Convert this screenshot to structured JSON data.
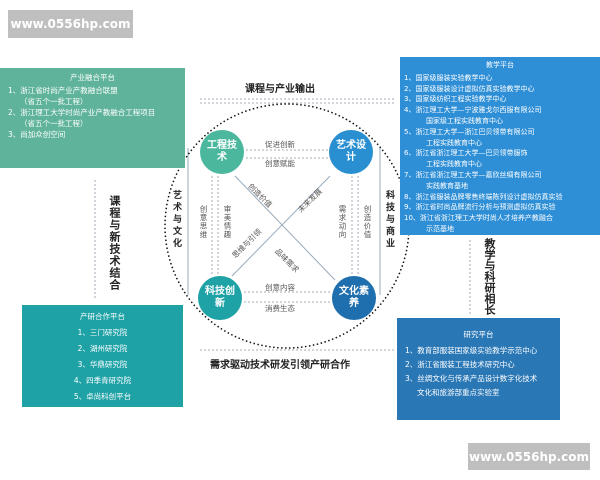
{
  "watermark": "www.0556hp.com",
  "industry_platform": {
    "title": "产业融合平台",
    "items": [
      "1、浙江省时尚产业产教融合联盟",
      "（省五个一批工程）",
      "2、浙江理工大学时尚产业产教融合工程项目",
      "（省五个一批工程）",
      "3、尚加众创空间"
    ],
    "color": "#5fb39b"
  },
  "teaching_platform": {
    "title": "教学平台",
    "items": [
      "1、国家级服装实验教学中心",
      "2、国家级服装设计虚拟仿真实验教学中心",
      "3、国家级纺织工程实验教学中心",
      "4、浙江理工大学—宁波雅戈尔西服有限公司",
      "国家级工程实践教育中心",
      "5、浙江理工大学—浙江巴贝领带有限公司",
      "工程实践教育中心",
      "6、浙江省浙江理工大学—巴贝领带服饰",
      "工程实践教育中心",
      "7、浙江省浙江理工大学—嘉欣丝绸有限公司",
      "实践教育基地",
      "8、浙江省服装品牌零售终端陈列设计虚拟仿真实验",
      "9、浙江省时尚品牌流行分析与预测虚拟仿真实验",
      "10、浙江省浙江理工大学时尚人才培养产教融合",
      "示范基地"
    ],
    "color": "#2f8fd6"
  },
  "coop_platform": {
    "title": "产研合作平台",
    "items": [
      "1、三门研究院",
      "2、湖州研究院",
      "3、华鼎研究院",
      "4、四季青研究院",
      "5、卓尚科创平台"
    ],
    "color": "#1ea2a6"
  },
  "research_platform": {
    "title": "研究平台",
    "items": [
      "1、教育部服装国家级实验教学示范中心",
      "2、浙江省服装工程技术研究中心",
      "3、丝绸文化与传承产品设计数字化技术",
      "文化和旅游部重点实验室"
    ],
    "color": "#2a77b6"
  },
  "labels": {
    "top": "课程与产业输出",
    "bottom": "需求驱动技术研发引领产研合作",
    "left": "课程与新技术结合",
    "right": "教学与科研相长",
    "circle_left": "艺术与文化",
    "circle_right": "科技与商业"
  },
  "nodes": {
    "eng": "工程技术",
    "art": "艺术设计",
    "tech": "科技创新",
    "culture": "文化素养"
  },
  "links": {
    "top1": "促进创新",
    "top2": "创意赋能",
    "bot1": "创意内容",
    "bot2": "消费生态",
    "left1": "创意思维",
    "left2": "审美情趣",
    "right1": "需求动向",
    "right2": "创造价值",
    "d1": "创造价值",
    "d2": "未来发展",
    "d3": "思维与引领",
    "d4": "品味需求"
  }
}
